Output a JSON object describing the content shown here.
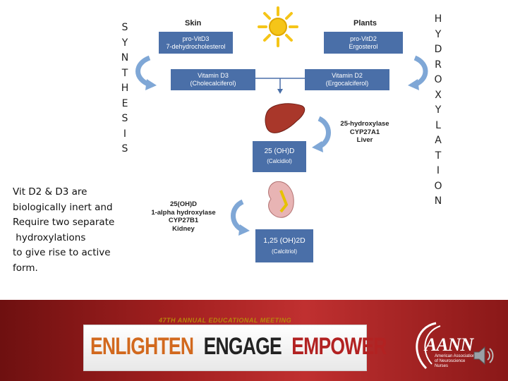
{
  "synthesis_letters": [
    "S",
    "Y",
    "N",
    "T",
    "H",
    "E",
    "S",
    "I",
    "S"
  ],
  "hydroxylation_letters": [
    "H",
    "Y",
    "D",
    "R",
    "O",
    "X",
    "Y",
    "L",
    "A",
    "T",
    "I",
    "O",
    "N"
  ],
  "description_lines": [
    "Vit D2 & D3 are",
    "biologically inert and",
    "Require two separate",
    " hydroxylations",
    "to give rise to active",
    "form."
  ],
  "diagram": {
    "skin_label": "Skin",
    "plants_label": "Plants",
    "provit_d3": [
      "pro-VitD3",
      "7-dehydrocholesterol"
    ],
    "provit_d2": [
      "pro-VitD2",
      "Ergosterol"
    ],
    "vit_d3": [
      "Vitamin D3",
      "(Cholecalciferol)"
    ],
    "vit_d2": [
      "Vitamin D2",
      "(Ergocalciferol)"
    ],
    "liver_enzyme": [
      "25-hydroxylase",
      "CYP27A1",
      "Liver"
    ],
    "calcidiol": [
      "25 (OH)D",
      "(Calcidiol)"
    ],
    "kidney_enzyme": [
      "25(OH)D",
      "1-alpha hydroxylase",
      "CYP27B1",
      "Kidney"
    ],
    "calcitriol": [
      "1,25 (OH)2D",
      "(Calcitriol)"
    ]
  },
  "footer": {
    "meeting": "47TH ANNUAL EDUCATIONAL MEETING",
    "slogan_words": [
      "ENLIGHTEN",
      "ENGAGE",
      "EMPOWER"
    ],
    "logo": "AANN",
    "logo_sub": "American Association of Neuroscience Nurses"
  },
  "colors": {
    "box_blue": "#4a6fa8",
    "footer_red": "#a32020",
    "slogan_orange": "#d2691e",
    "slogan_dark": "#222222",
    "slogan_red": "#b22222"
  },
  "icons": [
    "sun-icon",
    "liver-icon",
    "kidney-icon",
    "speaker-icon"
  ]
}
